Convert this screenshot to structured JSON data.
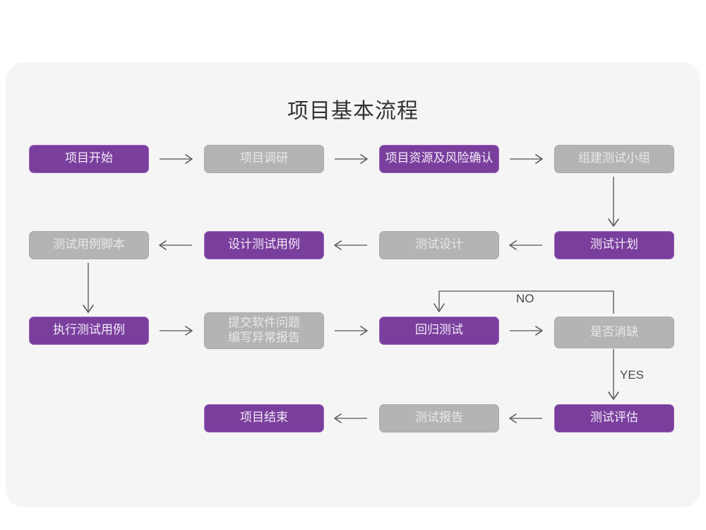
{
  "diagram": {
    "title": "项目基本流程",
    "type": "flowchart",
    "colors": {
      "accent_purple": "#7a3f9d",
      "accent_purple_border": "#9a66b8",
      "node_gray": "#b4b4b4",
      "node_gray_border": "#a9a9a9",
      "card_background": "#f5f5f5",
      "page_background": "#ffffff",
      "title_text": "#333333",
      "connector": "#6e6e6e"
    },
    "nodes": [
      {
        "id": "n1",
        "label": "项目开始",
        "style": "purple",
        "row": 1,
        "col": 1
      },
      {
        "id": "n2",
        "label": "项目调研",
        "style": "gray",
        "row": 1,
        "col": 2
      },
      {
        "id": "n3",
        "label": "项目资源及风险确认",
        "style": "purple",
        "row": 1,
        "col": 3
      },
      {
        "id": "n4",
        "label": "组建测试小组",
        "style": "gray",
        "row": 1,
        "col": 4
      },
      {
        "id": "n5",
        "label": "测试用例脚本",
        "style": "gray",
        "row": 2,
        "col": 1
      },
      {
        "id": "n6",
        "label": "设计测试用例",
        "style": "purple",
        "row": 2,
        "col": 2
      },
      {
        "id": "n7",
        "label": "测试设计",
        "style": "gray",
        "row": 2,
        "col": 3
      },
      {
        "id": "n8",
        "label": "测试计划",
        "style": "purple",
        "row": 2,
        "col": 4
      },
      {
        "id": "n9",
        "label": "执行测试用例",
        "style": "purple",
        "row": 3,
        "col": 1
      },
      {
        "id": "n10",
        "label": "提交软件问题\n编写异常报告",
        "style": "gray",
        "row": 3,
        "col": 2
      },
      {
        "id": "n11",
        "label": "回归测试",
        "style": "purple",
        "row": 3,
        "col": 3
      },
      {
        "id": "n12",
        "label": "是否消缺",
        "style": "gray",
        "row": 3,
        "col": 4
      },
      {
        "id": "n13",
        "label": "项目结束",
        "style": "purple",
        "row": 4,
        "col": 2
      },
      {
        "id": "n14",
        "label": "测试报告",
        "style": "gray",
        "row": 4,
        "col": 3
      },
      {
        "id": "n15",
        "label": "测试评估",
        "style": "purple",
        "row": 4,
        "col": 4
      }
    ],
    "edge_labels": {
      "no": "NO",
      "yes": "YES"
    },
    "edges": [
      {
        "from": "n1",
        "to": "n2",
        "direction": "right",
        "label": ""
      },
      {
        "from": "n2",
        "to": "n3",
        "direction": "right",
        "label": ""
      },
      {
        "from": "n3",
        "to": "n4",
        "direction": "right",
        "label": ""
      },
      {
        "from": "n4",
        "to": "n8",
        "direction": "down",
        "label": ""
      },
      {
        "from": "n8",
        "to": "n7",
        "direction": "left",
        "label": ""
      },
      {
        "from": "n7",
        "to": "n6",
        "direction": "left",
        "label": ""
      },
      {
        "from": "n6",
        "to": "n5",
        "direction": "left",
        "label": ""
      },
      {
        "from": "n5",
        "to": "n9",
        "direction": "down",
        "label": ""
      },
      {
        "from": "n9",
        "to": "n10",
        "direction": "right",
        "label": ""
      },
      {
        "from": "n10",
        "to": "n11",
        "direction": "right",
        "label": ""
      },
      {
        "from": "n11",
        "to": "n12",
        "direction": "right",
        "label": ""
      },
      {
        "from": "n12",
        "to": "n11",
        "direction": "loop-back-top",
        "label": "NO"
      },
      {
        "from": "n12",
        "to": "n15",
        "direction": "down",
        "label": "YES"
      },
      {
        "from": "n15",
        "to": "n14",
        "direction": "left",
        "label": ""
      },
      {
        "from": "n14",
        "to": "n13",
        "direction": "left",
        "label": ""
      }
    ]
  }
}
